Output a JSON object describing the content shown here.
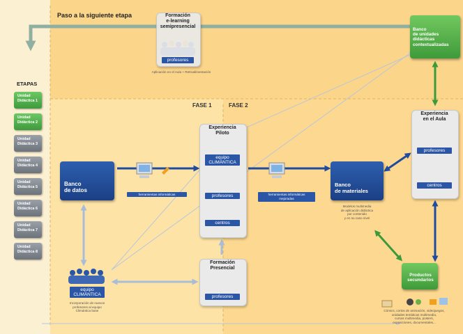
{
  "top_label": "Paso a la siguiente etapa",
  "etapas": {
    "title": "ETAPAS",
    "items": [
      {
        "line1": "Unidad",
        "line2": "Didáctica 1",
        "done": true
      },
      {
        "line1": "Unidad",
        "line2": "Didáctica 2",
        "done": true
      },
      {
        "line1": "Unidad",
        "line2": "Didáctica 3",
        "done": false
      },
      {
        "line1": "Unidad",
        "line2": "Didáctica 4",
        "done": false
      },
      {
        "line1": "Unidad",
        "line2": "Didáctica 5",
        "done": false
      },
      {
        "line1": "Unidad",
        "line2": "Didáctica 6",
        "done": false
      },
      {
        "line1": "Unidad",
        "line2": "Didáctica 7",
        "done": false
      },
      {
        "line1": "Unidad",
        "line2": "Didáctica 8",
        "done": false
      }
    ]
  },
  "phases": {
    "f1": "FASE 1",
    "f2": "FASE 2"
  },
  "elearning": {
    "title": [
      "Formación",
      "e-learning",
      "semipresencial"
    ],
    "label": "profesores",
    "caption": "Aplicación en el Aula + Retroalimentación"
  },
  "banco_unidades": {
    "lines": [
      "Banco",
      "de unidades",
      "didácticas",
      "contextualizadas"
    ]
  },
  "banco_datos": {
    "lines": [
      "Banco",
      "de datos"
    ]
  },
  "tools1": "herramientas informáticas",
  "tools2": [
    "herramientas informáticas",
    "mejoradas"
  ],
  "piloto": {
    "title": [
      "Experiencia",
      "Piloto"
    ],
    "label1": [
      "equipo",
      "CLIMÁNTICA"
    ],
    "label2": "profesores",
    "label3": "centros"
  },
  "banco_materiales": {
    "lines": [
      "Banco",
      "de materiales"
    ],
    "caption": [
      "Modelos multimedia",
      "de aplicación didáctica",
      "por contenido",
      "y en su caso nivel"
    ]
  },
  "aula": {
    "title": [
      "Experiencia",
      "en el Aula"
    ],
    "label1": "profesores",
    "label2": "centros"
  },
  "equipo": {
    "label": [
      "equipo",
      "CLIMÁNTICA"
    ],
    "caption": [
      "Incorporación de nuevos",
      "profesores al equipo",
      "Climántica base"
    ]
  },
  "presencial": {
    "title": [
      "Formación",
      "Presencial"
    ],
    "label": "profesores"
  },
  "productos": {
    "lines": [
      "Productos",
      "secundarios"
    ],
    "caption": [
      "Cómics, cortos de animación, videojuegos,",
      "unidades temáticas multimedia,",
      "cursos multimedia, posters,",
      "exposiciones, documentales..."
    ]
  }
}
